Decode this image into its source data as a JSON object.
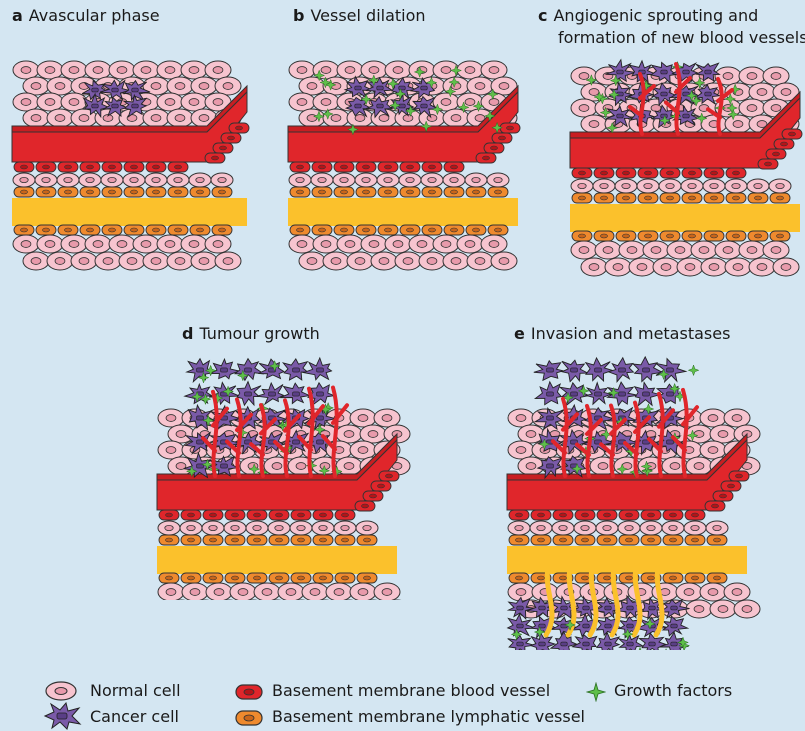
{
  "panels": [
    {
      "letter": "a",
      "title": "Avascular phase"
    },
    {
      "letter": "b",
      "title": "Vessel dilation"
    },
    {
      "letter": "c",
      "title": "Angiogenic sprouting and",
      "title2": "formation of new blood vessels"
    },
    {
      "letter": "d",
      "title": "Tumour growth"
    },
    {
      "letter": "e",
      "title": "Invasion and metastases"
    }
  ],
  "legend": {
    "normal_cell": "Normal cell",
    "cancer_cell": "Cancer cell",
    "blood_vessel": "Basement membrane blood vessel",
    "lymphatic_vessel": "Basement membrane lymphatic vessel",
    "growth_factors": "Growth factors"
  },
  "colors": {
    "background": "#d4e6f2",
    "normal_cell": "#f7c4cf",
    "normal_nucleus": "#e89aab",
    "cancer_cell": "#7a5aa8",
    "blood_vessel": "#e0262b",
    "lymph_band": "#fbc12c",
    "lymph_cell": "#ef8a2e",
    "growth_factor": "#5fbf4a",
    "sprout": "#e0262b",
    "lymph_sprout": "#fbc12c"
  }
}
